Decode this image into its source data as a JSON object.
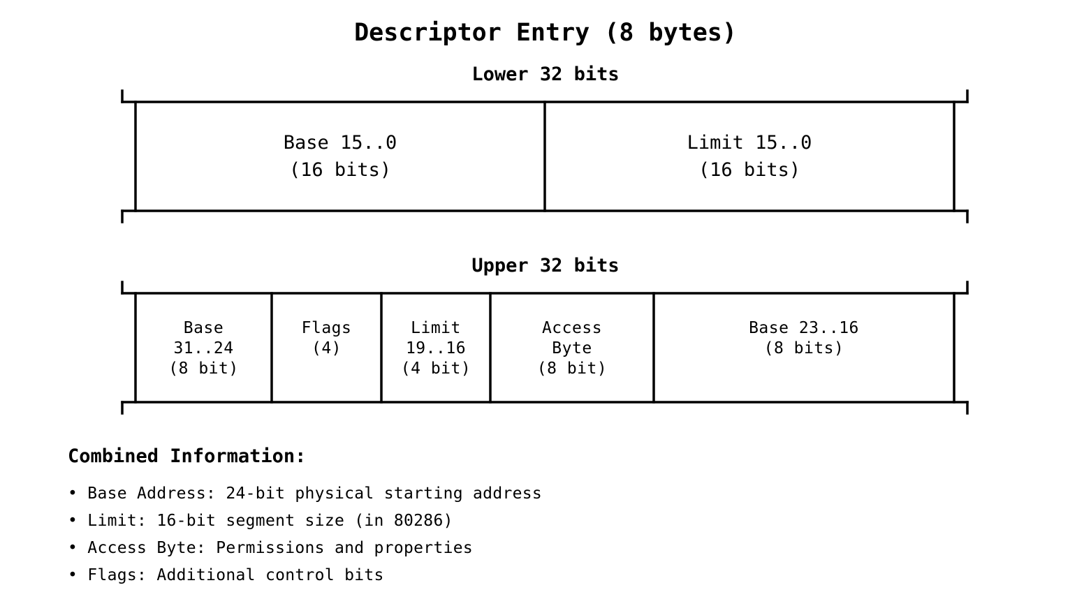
{
  "title": "Descriptor Entry (8 bytes)",
  "lower": {
    "label": "Lower 32 bits",
    "fields": [
      {
        "text": "Base 15..0\n(16 bits)"
      },
      {
        "text": "Limit 15..0\n(16 bits)"
      }
    ]
  },
  "upper": {
    "label": "Upper 32 bits",
    "fields": [
      {
        "text": "Base\n31..24\n(8 bit)"
      },
      {
        "text": "Flags\n(4)"
      },
      {
        "text": "Limit\n19..16\n(4 bit)"
      },
      {
        "text": "Access\nByte\n(8 bit)"
      },
      {
        "text": "Base 23..16\n(8 bits)"
      }
    ]
  },
  "info": {
    "heading": "Combined Information:",
    "items": [
      "• Base Address: 24-bit physical starting address",
      "• Limit: 16-bit segment size (in 80286)",
      "• Access Byte: Permissions and properties",
      "• Flags: Additional control bits"
    ]
  }
}
